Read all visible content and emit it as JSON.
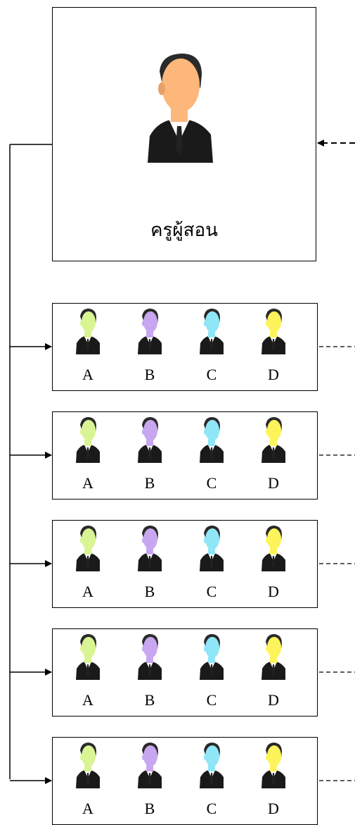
{
  "teacher": {
    "label": "ครูผู้สอน",
    "skin_color": "#fdb77a",
    "suit_color": "#1a1a1a"
  },
  "student_groups": [
    {
      "students": [
        {
          "label": "A",
          "skin_color": "#d9f593"
        },
        {
          "label": "B",
          "skin_color": "#c8a6f0"
        },
        {
          "label": "C",
          "skin_color": "#8fe6f7"
        },
        {
          "label": "D",
          "skin_color": "#fdf45c"
        }
      ]
    },
    {
      "students": [
        {
          "label": "A",
          "skin_color": "#d9f593"
        },
        {
          "label": "B",
          "skin_color": "#c8a6f0"
        },
        {
          "label": "C",
          "skin_color": "#8fe6f7"
        },
        {
          "label": "D",
          "skin_color": "#fdf45c"
        }
      ]
    },
    {
      "students": [
        {
          "label": "A",
          "skin_color": "#d9f593"
        },
        {
          "label": "B",
          "skin_color": "#c8a6f0"
        },
        {
          "label": "C",
          "skin_color": "#8fe6f7"
        },
        {
          "label": "D",
          "skin_color": "#fdf45c"
        }
      ]
    },
    {
      "students": [
        {
          "label": "A",
          "skin_color": "#d9f593"
        },
        {
          "label": "B",
          "skin_color": "#c8a6f0"
        },
        {
          "label": "C",
          "skin_color": "#8fe6f7"
        },
        {
          "label": "D",
          "skin_color": "#fdf45c"
        }
      ]
    },
    {
      "students": [
        {
          "label": "A",
          "skin_color": "#d9f593"
        },
        {
          "label": "B",
          "skin_color": "#c8a6f0"
        },
        {
          "label": "C",
          "skin_color": "#8fe6f7"
        },
        {
          "label": "D",
          "skin_color": "#fdf45c"
        }
      ]
    }
  ],
  "connectors": {
    "solid_line_color": "#000000",
    "dashed_line_color": "#000000",
    "teacher_to_groups": "solid-arrows",
    "groups_to_outside": "dashed-lines",
    "outside_to_teacher": "dashed-arrow"
  }
}
